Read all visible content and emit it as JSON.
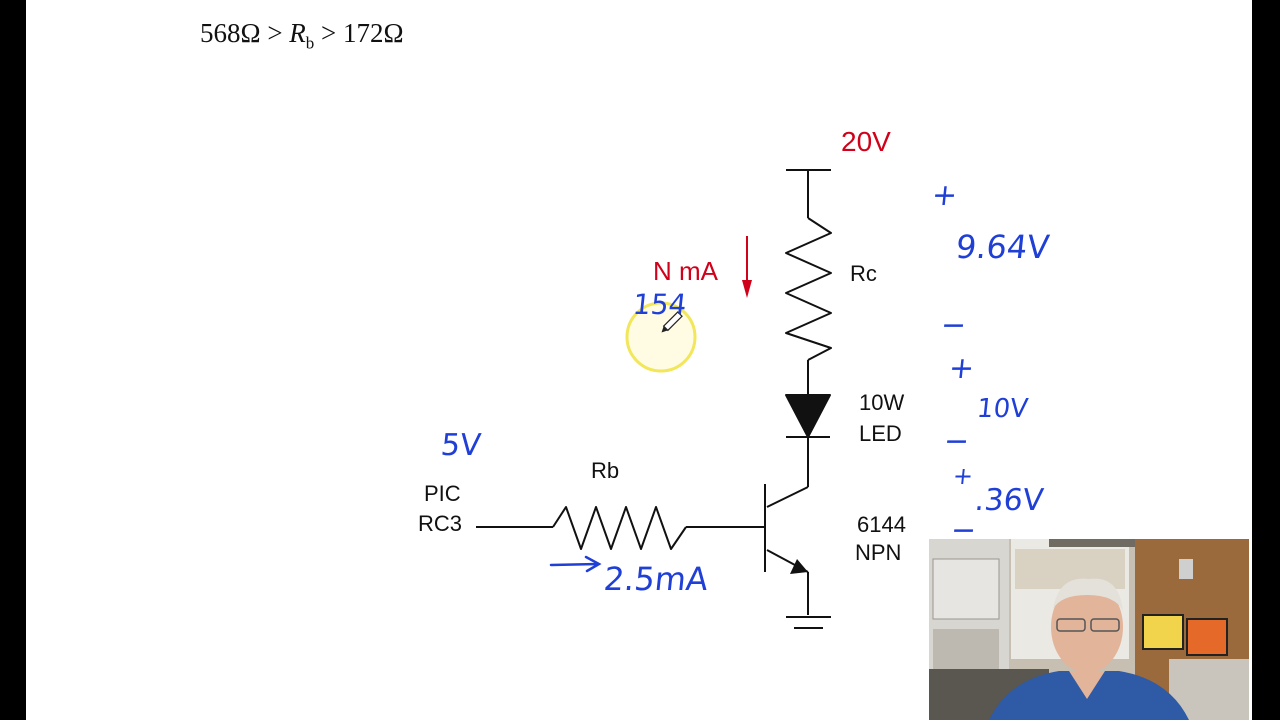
{
  "formula": {
    "left": "568Ω > ",
    "var": "R",
    "sub": "b",
    "right": " > 172Ω"
  },
  "labels": {
    "supply": "20V",
    "current": "N mA",
    "rc": "Rc",
    "led_line1": "10W",
    "led_line2": "LED",
    "rb": "Rb",
    "pic_line1": "PIC",
    "pic_line2": "RC3",
    "transistor_line1": "6144",
    "transistor_line2": "NPN"
  },
  "handwriting": {
    "input_voltage": "5V",
    "led_current": "154",
    "base_current": "2.5mA",
    "rc_voltage": "9.64V",
    "led_voltage": "10V",
    "vce_voltage": ".36V",
    "plus_1": "+",
    "minus_1": "−",
    "plus_2": "+",
    "minus_2": "−",
    "plus_3": "+",
    "minus_3": "−"
  },
  "colors": {
    "ink": "#111111",
    "red_annotation": "#d0021b",
    "blue_handwriting": "#1f3fd6",
    "cursor_highlight": "#f2e65a",
    "slide_background": "#ffffff",
    "frame_background": "#000000"
  },
  "icons": {
    "cursor": "pencil-icon",
    "led_symbol": "diode-icon",
    "ground_symbol": "ground-icon"
  }
}
